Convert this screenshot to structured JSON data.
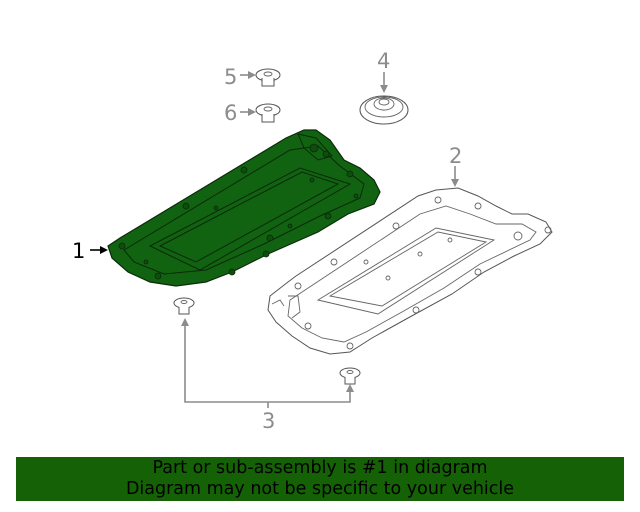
{
  "callouts": [
    {
      "id": "1",
      "label": "1",
      "highlighted": true
    },
    {
      "id": "2",
      "label": "2",
      "highlighted": false
    },
    {
      "id": "3",
      "label": "3",
      "highlighted": false
    },
    {
      "id": "4",
      "label": "4",
      "highlighted": false
    },
    {
      "id": "5",
      "label": "5",
      "highlighted": false
    },
    {
      "id": "6",
      "label": "6",
      "highlighted": false
    }
  ],
  "banner": {
    "line1": "Part or sub-assembly is #1 in diagram",
    "line2": "Diagram may not be specific to your vehicle"
  },
  "colors": {
    "highlight": "#116311",
    "banner_background": "#156206",
    "callout_gray": "#8c8c8c"
  }
}
